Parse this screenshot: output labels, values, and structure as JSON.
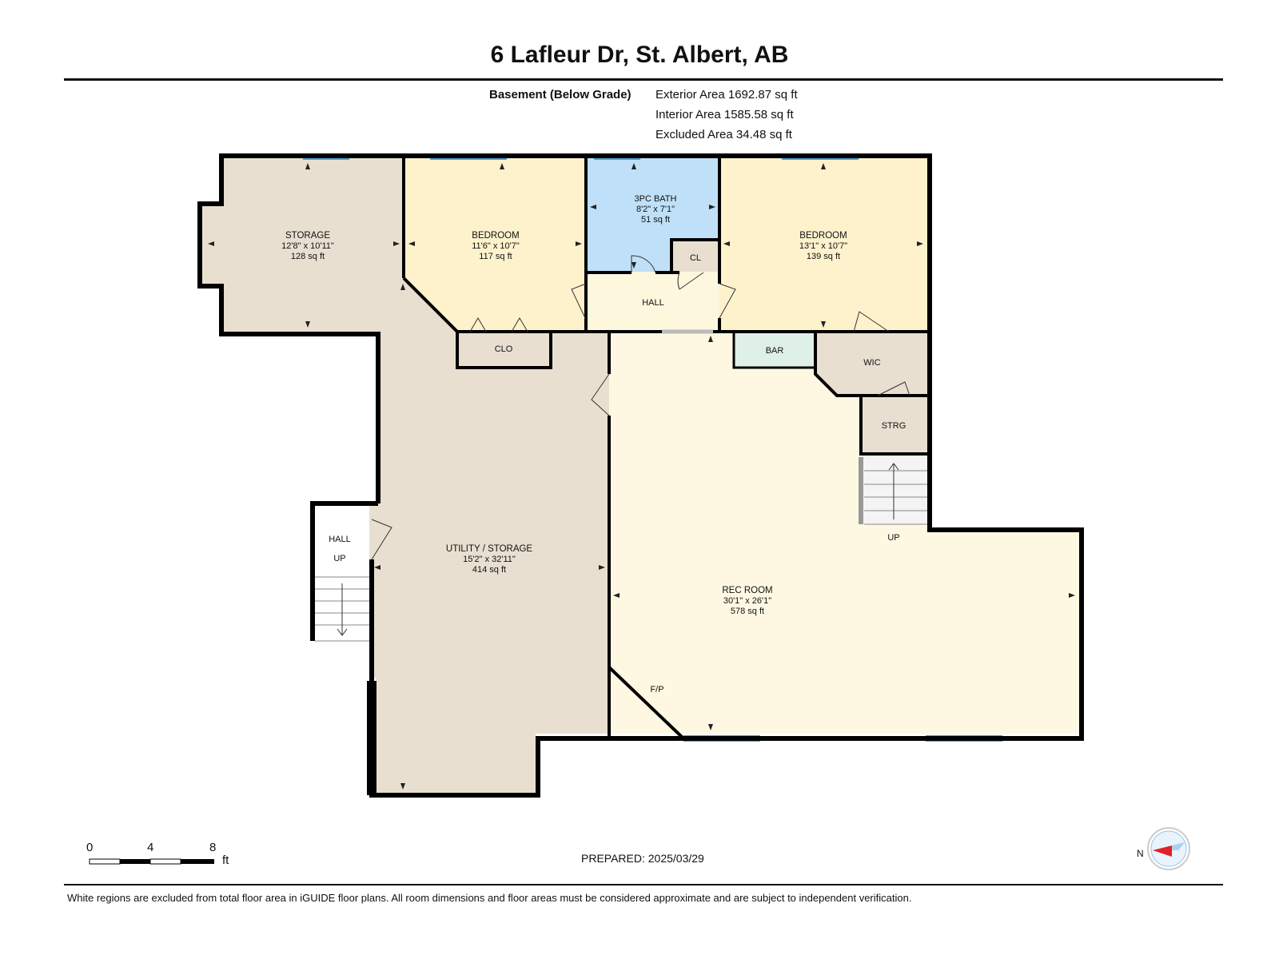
{
  "header": {
    "title": "6 Lafleur Dr, St. Albert, AB"
  },
  "summary": {
    "floor_name": "Basement (Below Grade)",
    "exterior_area": "Exterior Area 1692.87 sq ft",
    "interior_area": "Interior Area 1585.58 sq ft",
    "excluded_area": "Excluded Area 34.48 sq ft"
  },
  "rooms": {
    "storage": {
      "name": "STORAGE",
      "dims": "12'8\" x 10'11\"",
      "area": "128 sq ft"
    },
    "bedroom1": {
      "name": "BEDROOM",
      "dims": "11'6\" x 10'7\"",
      "area": "117 sq ft"
    },
    "bath": {
      "name": "3PC BATH",
      "dims": "8'2\" x 7'1\"",
      "area": "51 sq ft"
    },
    "bedroom2": {
      "name": "BEDROOM",
      "dims": "13'1\" x 10'7\"",
      "area": "139 sq ft"
    },
    "utility": {
      "name": "UTILITY / STORAGE",
      "dims": "15'2\" x 32'11\"",
      "area": "414 sq ft"
    },
    "rec": {
      "name": "REC ROOM",
      "dims": "30'1\" x 26'1\"",
      "area": "578 sq ft"
    }
  },
  "labels": {
    "cl": "CL",
    "hall_top": "HALL",
    "clo": "CLO",
    "bar": "BAR",
    "wic": "WIC",
    "strg": "STRG",
    "up_right": "UP",
    "hall_left": "HALL",
    "up_left": "UP",
    "fp": "F/P"
  },
  "scale": {
    "n0": "0",
    "n4": "4",
    "n8": "8",
    "unit": "ft"
  },
  "compass": {
    "n": "N"
  },
  "prepared": "PREPARED: 2025/03/29",
  "footer": "White regions are excluded from total floor area in iGUIDE floor plans. All room dimensions and floor areas must be considered approximate and are subject to independent verification.",
  "colors": {
    "wall": "#000000",
    "storage_fill": "#e8dfd0",
    "bedroom_fill": "#fdf2cc",
    "bath_fill": "#bfe0f8",
    "hall_fill": "#fdf7de",
    "rec_fill": "#fef8e3",
    "bar_fill": "#dff0e6",
    "window": "#4a9fd4",
    "compass_red": "#e0202a"
  }
}
